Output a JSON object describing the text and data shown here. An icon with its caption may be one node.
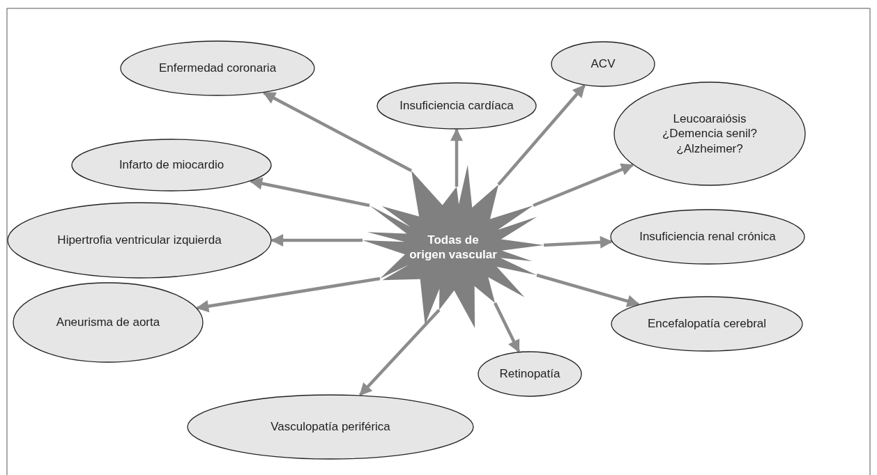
{
  "diagram": {
    "nodes": [
      {
        "text": [
          "Todas de origen vascular"
        ]
      },
      {
        "text": [
          "Enfermedad coronaria"
        ]
      },
      {
        "text": [
          "Insuficiencia cardíaca"
        ]
      },
      {
        "text": [
          "ACV"
        ]
      },
      {
        "text": [
          "Leucoaraiósis ¿Demencia senil? ¿Alzheimer?"
        ]
      },
      {
        "text": [
          "Infarto de miocardio"
        ]
      },
      {
        "text": [
          "Hipertrofia ventricular izquierda"
        ]
      },
      {
        "text": [
          "Insuficiencia renal crónica"
        ]
      },
      {
        "text": [
          "Aneurisma de aorta"
        ]
      },
      {
        "text": [
          "Encefalopatía cerebral"
        ]
      },
      {
        "text": [
          "Retinopatía"
        ]
      },
      {
        "text": [
          "Vasculopatía periférica"
        ]
      }
    ],
    "edges": [
      {
        "from": 0,
        "to": 1,
        "arrow": "to"
      },
      {
        "from": 0,
        "to": 2,
        "arrow": "to"
      },
      {
        "from": 0,
        "to": 3,
        "arrow": "to"
      },
      {
        "from": 0,
        "to": 4,
        "arrow": "to"
      },
      {
        "from": 0,
        "to": 5,
        "arrow": "to"
      },
      {
        "from": 0,
        "to": 6,
        "arrow": "to"
      },
      {
        "from": 0,
        "to": 7,
        "arrow": "to"
      },
      {
        "from": 0,
        "to": 8,
        "arrow": "to"
      },
      {
        "from": 0,
        "to": 9,
        "arrow": "to"
      },
      {
        "from": 0,
        "to": 10,
        "arrow": "to"
      },
      {
        "from": 0,
        "to": 11,
        "arrow": "to"
      }
    ]
  }
}
